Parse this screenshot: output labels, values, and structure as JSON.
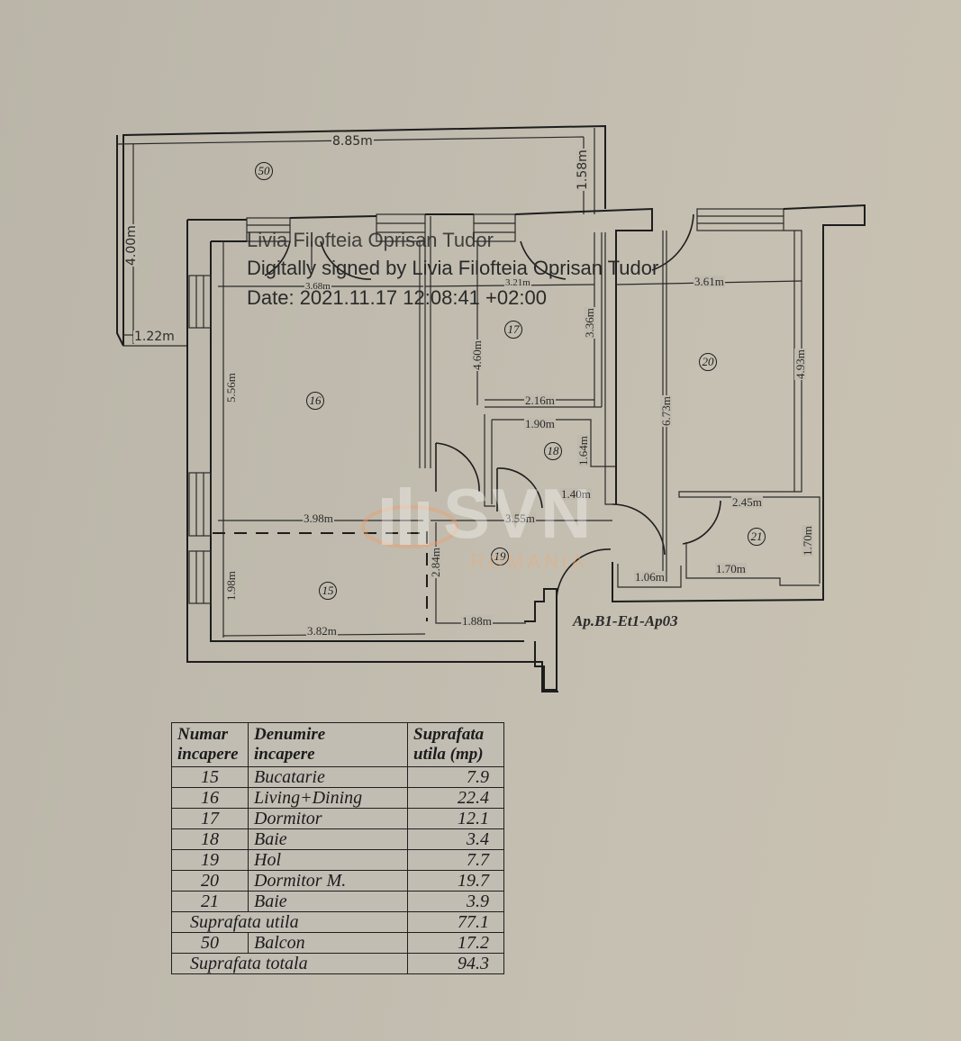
{
  "plan": {
    "apartment_code": "Ap.B1-Et1-Ap03",
    "signature": {
      "name": "Livia Filofteia Oprisan Tudor",
      "signed_by": "Digitally signed by Livia Filofteia Oprisan Tudor",
      "date": "Date: 2021.11.17 12:08:41 +02:00"
    },
    "watermark": {
      "brand": "SVN",
      "sub": "ROMANIA"
    },
    "rooms": [
      {
        "id": "50",
        "label": "50"
      },
      {
        "id": "16",
        "label": "16"
      },
      {
        "id": "17",
        "label": "17"
      },
      {
        "id": "18",
        "label": "18"
      },
      {
        "id": "19",
        "label": "19"
      },
      {
        "id": "20",
        "label": "20"
      },
      {
        "id": "21",
        "label": "21"
      },
      {
        "id": "15",
        "label": "15"
      }
    ],
    "dimensions": {
      "balcony_width": "8.85m",
      "balcony_depth_right": "1.58m",
      "balcony_depth_left": "4.00m",
      "balcony_offset": "1.22m",
      "living_top": "3.68m",
      "bedroom17_top": "3.21m",
      "bedroom20_top": "3.61m",
      "bedroom17_right": "3.36m",
      "bedroom17_left": "4.60m",
      "living_height": "5.56m",
      "bedroom17_bottom": "2.16m",
      "bath18_top": "1.90m",
      "bath18_height": "1.64m",
      "bath18_bottom": "1.40m",
      "living_bottom": "3.98m",
      "hall_width": "3.55m",
      "bedroom20_right": "4.93m",
      "bedroom20_left": "6.73m",
      "bath21_top": "2.45m",
      "bath21_height": "1.70m",
      "bath21_bottom": "1.70m",
      "hall_small": "1.06m",
      "kitchen_height": "1.98m",
      "kitchen_bottom": "3.82m",
      "hall_height": "2.84m",
      "hall_bottom": "1.88m"
    }
  },
  "table": {
    "headers": {
      "num_line1": "Numar",
      "num_line2": "incapere",
      "name_line1": "Denumire",
      "name_line2": "incapere",
      "area_line1": "Suprafata",
      "area_line2": "utila (mp)"
    },
    "rows": [
      {
        "num": "15",
        "name": "Bucatarie",
        "area": "7.9"
      },
      {
        "num": "16",
        "name": "Living+Dining",
        "area": "22.4"
      },
      {
        "num": "17",
        "name": "Dormitor",
        "area": "12.1"
      },
      {
        "num": "18",
        "name": "Baie",
        "area": "3.4"
      },
      {
        "num": "19",
        "name": "Hol",
        "area": "7.7"
      },
      {
        "num": "20",
        "name": "Dormitor M.",
        "area": "19.7"
      },
      {
        "num": "21",
        "name": "Baie",
        "area": "3.9"
      }
    ],
    "subtotal": {
      "label": "Suprafata utila",
      "area": "77.1"
    },
    "balcony": {
      "num": "50",
      "name": "Balcon",
      "area": "17.2"
    },
    "total": {
      "label": "Suprafata totala",
      "area": "94.3"
    }
  }
}
